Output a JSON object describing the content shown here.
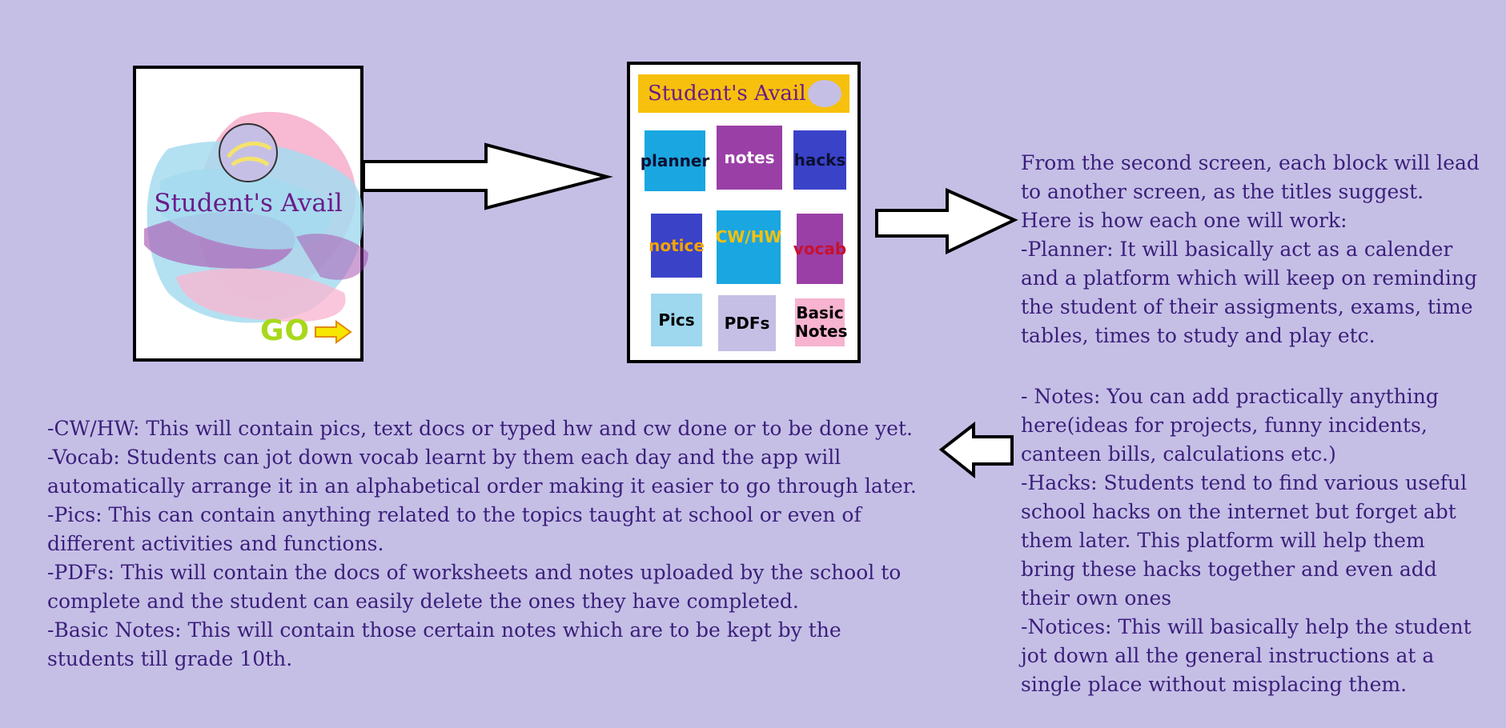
{
  "screen1": {
    "title": "Student's Avail",
    "go_label": "GO"
  },
  "screen2": {
    "header_title": "Student's Avail",
    "tiles": [
      {
        "label": "planner",
        "bg": "#1aa6e0",
        "fg": "#0b1033"
      },
      {
        "label": "notes",
        "bg": "#9a3fa6",
        "fg": "#ffffff"
      },
      {
        "label": "hacks",
        "bg": "#3a42c8",
        "fg": "#0b1033"
      },
      {
        "label": "notice",
        "bg": "#3a42c8",
        "fg": "#f4a300"
      },
      {
        "label": "CW/HW",
        "bg": "#1aa6e0",
        "fg": "#f7c00c"
      },
      {
        "label": "vocab",
        "bg": "#9a3fa6",
        "fg": "#c8102e"
      },
      {
        "label": "Pics",
        "bg": "#9ed8ee",
        "fg": "#000000"
      },
      {
        "label": "PDFs",
        "bg": "#c5bfe6",
        "fg": "#000000"
      },
      {
        "label": "Basic Notes",
        "bg": "#f7b3cf",
        "fg": "#000000"
      }
    ]
  },
  "right_text": [
    "From the second screen, each block will lead\nto another screen, as the titles suggest.\nHere is how each one will work:\n-Planner: It will basically act as a calender\nand a platform which will keep on reminding\nthe student of their assigments, exams, time\ntables, times to study and play etc.",
    "- Notes: You can add practically anything\nhere(ideas for projects, funny incidents,\ncanteen bills, calculations etc.)\n-Hacks: Students tend to find various useful\nschool hacks on the internet but forget abt\nthem later. This platform will help them\nbring these hacks together and even add\ntheir own ones\n-Notices: This will basically help the student\njot down all the general instructions at a\nsingle place without misplacing them."
  ],
  "left_text": "-CW/HW: This will contain pics, text docs or typed hw and cw done or to be done yet.\n-Vocab: Students can jot down vocab learnt by them each day and the app will\nautomatically arrange it in an alphabetical order making it easier to go through later.\n-Pics: This can contain anything related to the topics taught at school or even of\ndifferent activities and functions.\n-PDFs: This will contain the docs of worksheets and notes uploaded by the school to\ncomplete and the student can easily delete the ones they have completed.\n-Basic Notes: This will contain those certain notes which are to be kept by the\nstudents till grade 10th.",
  "colors": {
    "background": "#c5bfe6",
    "text": "#3b1f7a",
    "title_purple": "#6a1c8a",
    "header_yellow": "#f7c00c"
  }
}
